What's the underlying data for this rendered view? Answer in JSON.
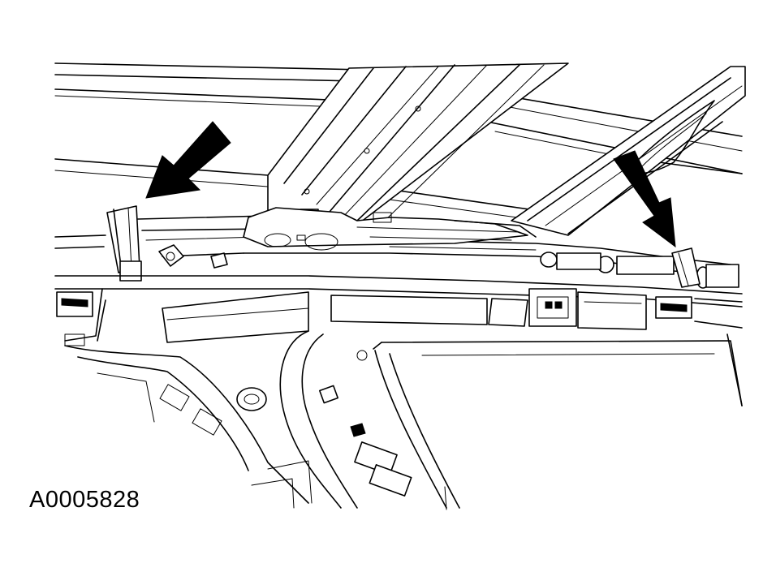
{
  "figure": {
    "id_label": "A0005828"
  },
  "callouts": [
    {
      "name": "left-arrow",
      "direction": "down-left"
    },
    {
      "name": "right-arrow",
      "direction": "down-right"
    }
  ],
  "colors": {
    "line": "#000000",
    "background": "#ffffff"
  }
}
